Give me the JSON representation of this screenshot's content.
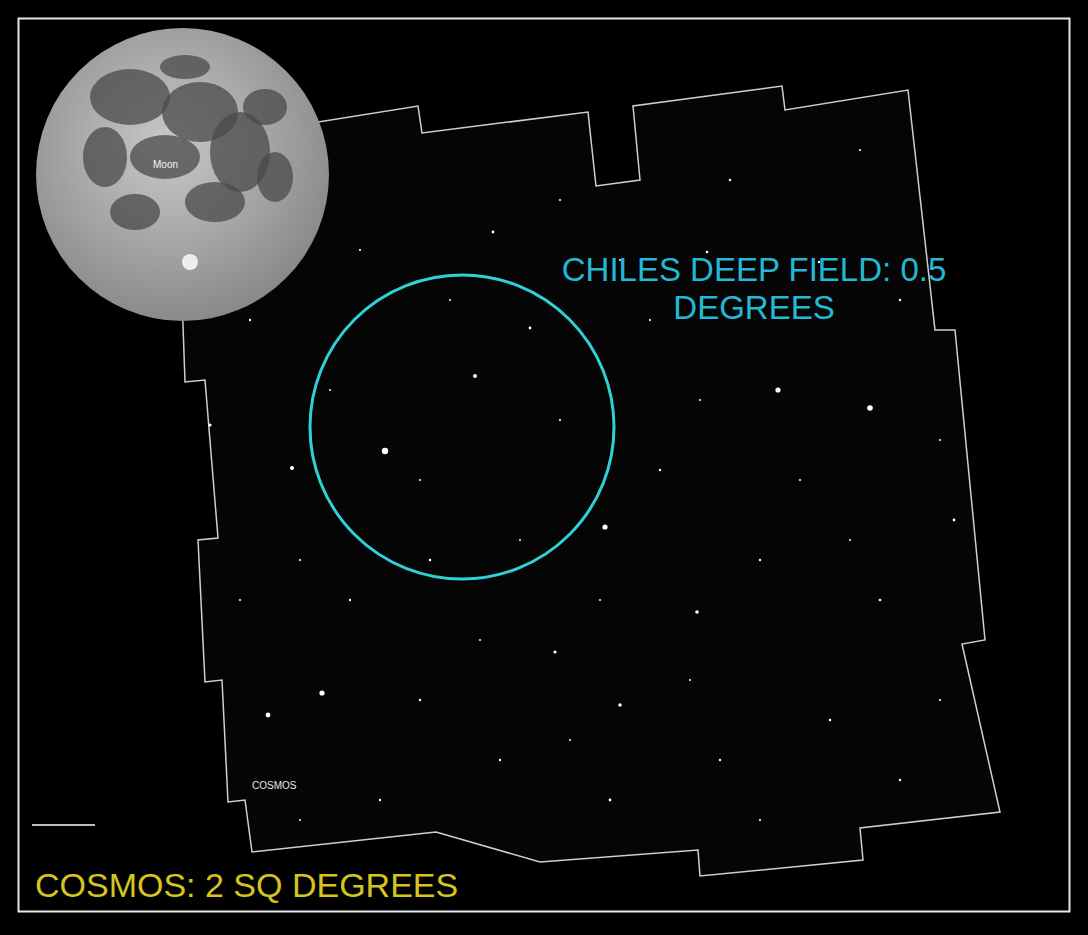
{
  "diagram": {
    "nodes": [
      {
        "text": [
          "Moon"
        ]
      },
      {
        "text": [
          "COSMOS"
        ]
      },
      {
        "text": [
          "CHILES DEEP FIELD: 0.5 DEGREES"
        ],
        "in": 1
      }
    ],
    "labels": [
      "COSMOS: 2 SQ DEGREES"
    ]
  }
}
